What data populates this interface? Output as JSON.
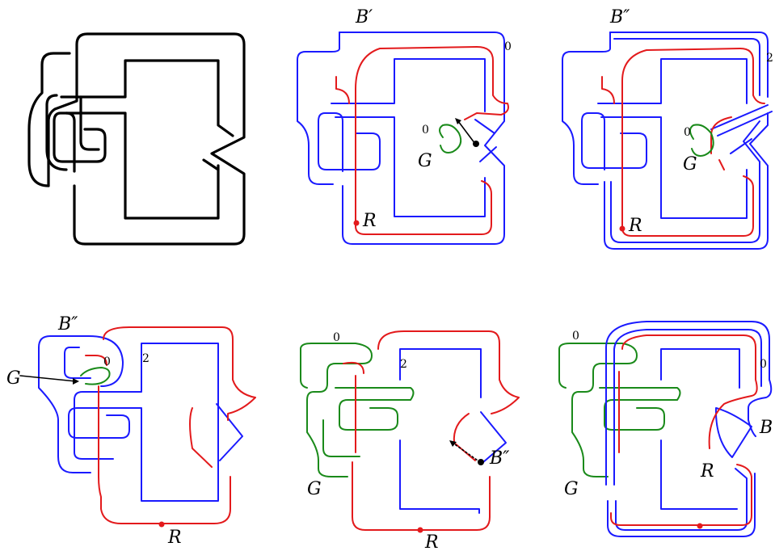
{
  "figure": {
    "colors": {
      "knot": "#000000",
      "blue": "#1a1aff",
      "red": "#e31a1c",
      "green": "#1a8a1a",
      "point": "#000000"
    },
    "panels": [
      {
        "id": "p1",
        "labels": {}
      },
      {
        "id": "p2",
        "labels": {
          "B": "B′",
          "G": "G",
          "R": "R",
          "frame_blue": "0",
          "frame_green": "0"
        }
      },
      {
        "id": "p3",
        "labels": {
          "B": "B″",
          "G": "G",
          "R": "R",
          "frame_blue": "2",
          "frame_green": "0"
        }
      },
      {
        "id": "p4",
        "labels": {
          "B": "B″",
          "G": "G",
          "R": "R",
          "frame_blue": "2",
          "frame_green": "0"
        }
      },
      {
        "id": "p5",
        "labels": {
          "B": "B″",
          "G": "G",
          "R": "R",
          "frame_blue": "2",
          "frame_green": "0"
        }
      },
      {
        "id": "p6",
        "labels": {
          "B": "B",
          "G": "G",
          "R": "R",
          "frame_blue": "0",
          "frame_green": "0"
        }
      }
    ]
  }
}
